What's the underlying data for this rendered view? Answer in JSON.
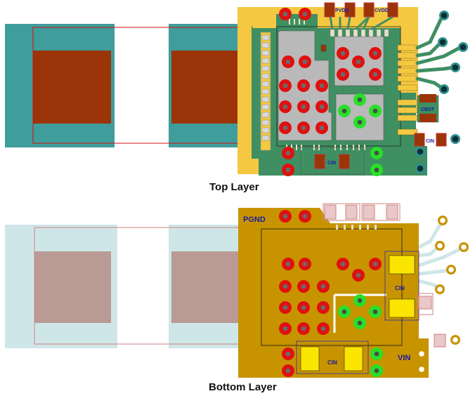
{
  "captions": {
    "top": "Top Layer",
    "bottom": "Bottom Layer"
  },
  "top_labels": {
    "pvdd": "PVDD",
    "cvdd": "CVDD",
    "cbst": "CBST",
    "cin_right": "CIN",
    "cin_bottom": "CIN"
  },
  "bottom_labels": {
    "pgnd": "PGND",
    "cin_right": "CIN",
    "cin_bottom": "CIN",
    "vin": "VIN"
  },
  "colors": {
    "teal_copper": "#3f9d9b",
    "pad_brown": "#9b3408",
    "board_yellow": "#f5c842",
    "board_green": "#3f8f62",
    "gray_pad": "#b9b9b9",
    "via_red": "#e01010",
    "via_green": "#28e028",
    "bottom_copper": "#c79400",
    "bottom_pad": "#fae500",
    "faded_teal": "#cfe6e8",
    "faded_pad": "#b99a95"
  }
}
